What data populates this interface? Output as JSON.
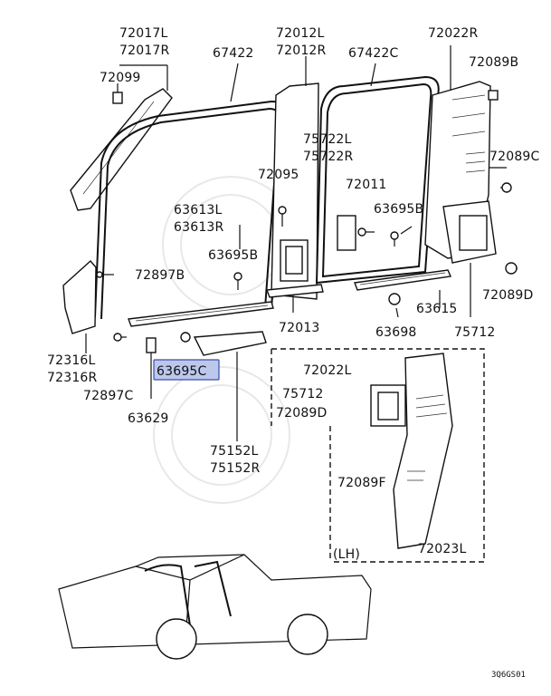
{
  "highlight_color": "#bcc7ec",
  "highlight_border": "#3a4fa8",
  "labels": {
    "l_72017L": "72017L",
    "l_72017R": "72017R",
    "l_67422": "67422",
    "l_72012L": "72012L",
    "l_72012R": "72012R",
    "l_67422C": "67422C",
    "l_72022R": "72022R",
    "l_72089B": "72089B",
    "l_72099": "72099",
    "l_75722L": "75722L",
    "l_75722R": "75722R",
    "l_72095": "72095",
    "l_72089C": "72089C",
    "l_72011": "72011",
    "l_63613L": "63613L",
    "l_63613R": "63613R",
    "l_63695B_a": "63695B",
    "l_63695B_b": "63695B",
    "l_72897B": "72897B",
    "l_72089D": "72089D",
    "l_63615": "63615",
    "l_72013": "72013",
    "l_63698": "63698",
    "l_75712_a": "75712",
    "l_72316L": "72316L",
    "l_72316R": "72316R",
    "l_63695C": "63695C",
    "l_72022L": "72022L",
    "l_75712_b": "75712",
    "l_72089D_b": "72089D",
    "l_72897C": "72897C",
    "l_63629": "63629",
    "l_75152L": "75152L",
    "l_75152R": "75152R",
    "l_72089F": "72089F",
    "l_LH": "(LH)",
    "l_72023L": "72023L",
    "l_code": "3Q6GS01"
  }
}
